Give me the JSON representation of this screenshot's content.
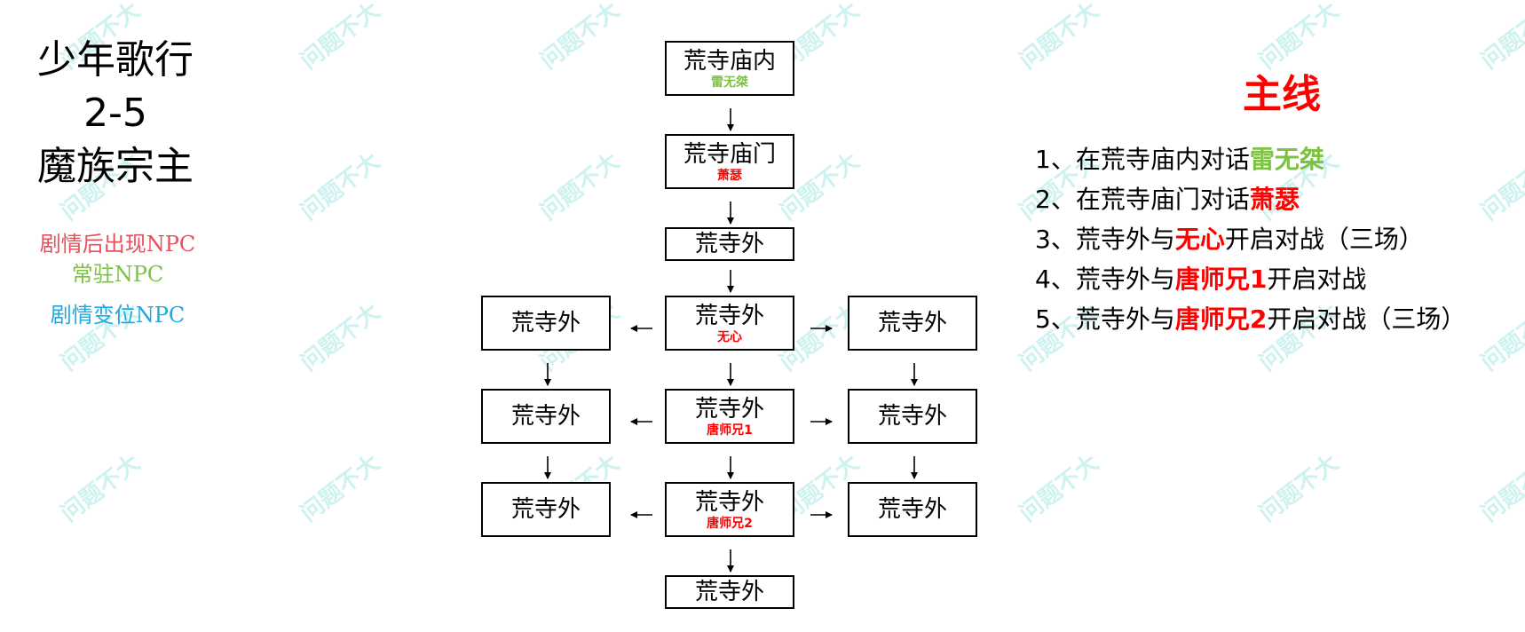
{
  "title": {
    "line1": "少年歌行",
    "line2": "2-5",
    "line3": "魔族宗主"
  },
  "legend": {
    "plot_npc": {
      "label": "剧情后出现NPC",
      "color": "#e8505b"
    },
    "resident_npc": {
      "label": "常驻NPC",
      "color": "#7dc242"
    },
    "moving_npc": {
      "label": "剧情变位NPC",
      "color": "#1fa9e1"
    }
  },
  "nodes": {
    "n1": {
      "label": "荒寺庙内",
      "npc": "雷无桀",
      "npc_color": "#7dc242"
    },
    "n2": {
      "label": "荒寺庙门",
      "npc": "萧瑟",
      "npc_color": "#ff0000"
    },
    "n3": {
      "label": "荒寺外"
    },
    "n4": {
      "label": "荒寺外",
      "npc": "无心",
      "npc_color": "#ff0000"
    },
    "n4l": {
      "label": "荒寺外"
    },
    "n4r": {
      "label": "荒寺外"
    },
    "n5": {
      "label": "荒寺外",
      "npc": "唐师兄1",
      "npc_color": "#ff0000"
    },
    "n5l": {
      "label": "荒寺外"
    },
    "n5r": {
      "label": "荒寺外"
    },
    "n6": {
      "label": "荒寺外",
      "npc": "唐师兄2",
      "npc_color": "#ff0000"
    },
    "n6l": {
      "label": "荒寺外"
    },
    "n6r": {
      "label": "荒寺外"
    },
    "n7": {
      "label": "荒寺外"
    }
  },
  "mainline": {
    "title": "主线",
    "title_color": "#ff0000",
    "steps": [
      {
        "prefix": "1、在荒寺庙内对话",
        "highlight": "雷无桀",
        "highlight_color": "#7dc242",
        "suffix": ""
      },
      {
        "prefix": "2、在荒寺庙门对话",
        "highlight": "萧瑟",
        "highlight_color": "#ff0000",
        "suffix": ""
      },
      {
        "prefix": "3、荒寺外与",
        "highlight": "无心",
        "highlight_color": "#ff0000",
        "suffix": "开启对战（三场）"
      },
      {
        "prefix": "4、荒寺外与",
        "highlight": "唐师兄1",
        "highlight_color": "#ff0000",
        "suffix": "开启对战"
      },
      {
        "prefix": "5、荒寺外与",
        "highlight": "唐师兄2",
        "highlight_color": "#ff0000",
        "suffix": "开启对战（三场）"
      }
    ]
  },
  "watermark": {
    "text": "问题不大"
  }
}
